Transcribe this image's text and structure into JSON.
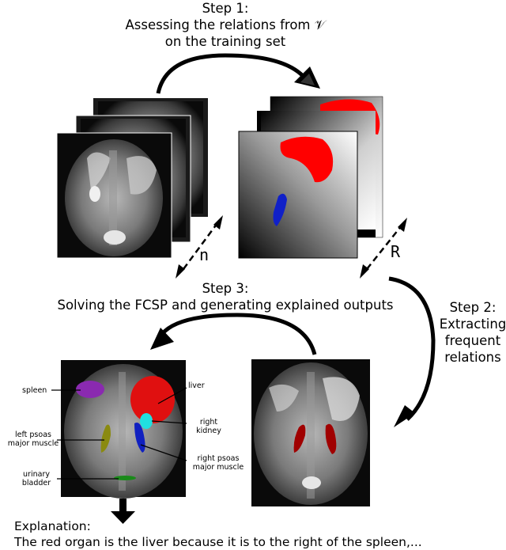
{
  "step1": {
    "title": "Step 1:",
    "line2": "Assessing the relations from 𝒱",
    "line3": "on the training set"
  },
  "step2": {
    "title": "Step 2:",
    "line2": "Extracting",
    "line3": "frequent",
    "line4": "relations"
  },
  "step3": {
    "title": "Step 3:",
    "line2": "Solving the FCSP and generating explained outputs"
  },
  "stack_labels": {
    "n": "n",
    "R": "R"
  },
  "organ_labels": {
    "spleen": "spleen",
    "liver": "liver",
    "right_kidney_1": "right",
    "right_kidney_2": "kidney",
    "left_psoas_1": "left psoas",
    "left_psoas_2": "major muscle",
    "right_psoas_1": "right psoas",
    "right_psoas_2": "major muscle",
    "bladder_1": "urinary",
    "bladder_2": "bladder"
  },
  "explanation": {
    "title": "Explanation:",
    "text": "The red organ is the liver because it is to the right of the spleen,..."
  },
  "colors": {
    "liver": "#e01010",
    "spleen": "#8a2ab0",
    "kidney": "#20e0e0",
    "right_psoas": "#1020c0",
    "left_psoas": "#8a8a10",
    "bladder": "#1a8a1a",
    "map_red": "#ff0000",
    "map_blue": "#1020c8"
  }
}
